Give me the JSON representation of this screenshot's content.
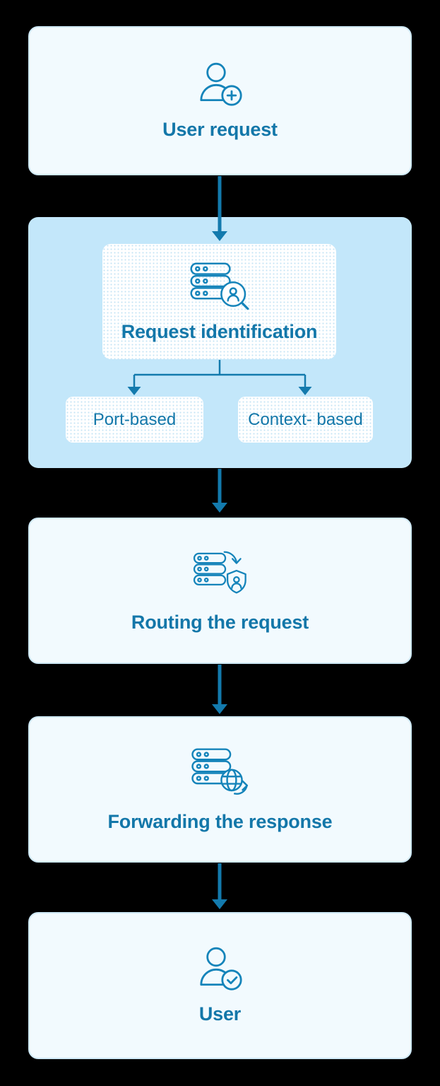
{
  "colors": {
    "accent": "#137aad",
    "icon": "#1584ba",
    "text": "#1377a9",
    "section-bg": "#c3e7fa",
    "box-bg": "#f2fafe",
    "box-border": "#cfe9f7",
    "page-bg": "#000000"
  },
  "diagram": {
    "type": "flowchart",
    "direction": "top-down",
    "nodes": [
      {
        "id": "user-request",
        "label": "User request",
        "icon": "user-plus-icon"
      },
      {
        "id": "request-identification",
        "label": "Request identification",
        "icon": "server-search-icon",
        "children": [
          {
            "id": "port-based",
            "label": "Port-based"
          },
          {
            "id": "context-based",
            "label": "Context- based"
          }
        ]
      },
      {
        "id": "routing-the-request",
        "label": "Routing the request",
        "icon": "server-shield-arrow-icon"
      },
      {
        "id": "forwarding-the-response",
        "label": "Forwarding the response",
        "icon": "server-globe-arrow-icon"
      },
      {
        "id": "user",
        "label": "User",
        "icon": "user-check-icon"
      }
    ],
    "edges": [
      {
        "from": "user-request",
        "to": "request-identification"
      },
      {
        "from": "request-identification",
        "to": "port-based"
      },
      {
        "from": "request-identification",
        "to": "context-based"
      },
      {
        "from": "request-identification",
        "to": "routing-the-request"
      },
      {
        "from": "routing-the-request",
        "to": "forwarding-the-response"
      },
      {
        "from": "forwarding-the-response",
        "to": "user"
      }
    ]
  }
}
